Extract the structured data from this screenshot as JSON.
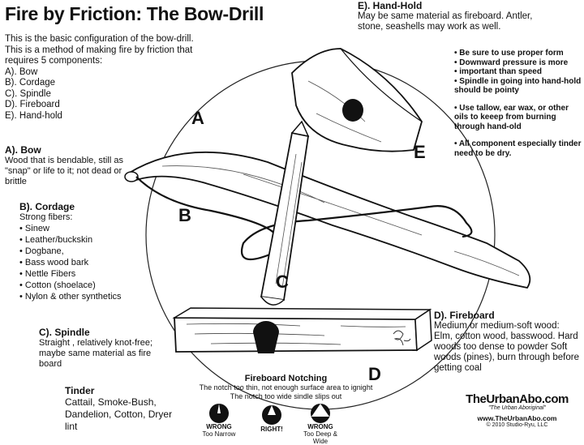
{
  "title": "Fire by Friction: The Bow-Drill",
  "intro": {
    "text": "This is the basic configuration of the bow-drill. This is a method of making fire by friction that requires 5 components:",
    "items": [
      "A). Bow",
      "B). Cordage",
      "C). Spindle",
      "D). Fireboard",
      "E). Hand-hold"
    ]
  },
  "bow": {
    "heading": "A). Bow",
    "body": "Wood that is bendable, still as \"snap\" or life to it; not dead or brittle"
  },
  "cordage": {
    "heading": "B). Cordage",
    "subheading": "Strong fibers:",
    "items": [
      "Sinew",
      "Leather/buckskin",
      "Dogbane,",
      "Bass wood bark",
      "Nettle Fibers",
      "Cotton (shoelace)",
      "Nylon  & other synthetics"
    ]
  },
  "spindle": {
    "heading": "C). Spindle",
    "body": "Straight , relatively knot-free; maybe same material as fire board"
  },
  "tinder": {
    "heading": "Tinder",
    "body": "Cattail, Smoke-Bush, Dandelion, Cotton, Dryer lint"
  },
  "handhold": {
    "heading": "E).  Hand-Hold",
    "body": "May be same material as fireboard. Antler, stone, seashells may work as well."
  },
  "tips": [
    [
      "Be sure to use proper form",
      "Downward pressure is more",
      "important than speed",
      "Spindle in going into hand-hold should be pointy"
    ],
    [
      "Use tallow, ear wax, or other oils to keeep from burning through hand-old"
    ],
    [
      "All component especially tinder need to be dry."
    ]
  ],
  "fireboard": {
    "heading": "D). Fireboard",
    "body": "Medium or medium-soft wood: Elm, cotton wood, basswood. Hard woods too dense to powder Soft woods (pines), burn through before getting coal"
  },
  "notching": {
    "title": "Fireboard Notching",
    "desc1": "The notch too thin, not enough surface area to ignight",
    "desc2": "The notch too wide sindle slips out",
    "examples": [
      {
        "label": "WRONG",
        "sub": "Too Narrow"
      },
      {
        "label": "RIGHT!",
        "sub": ""
      },
      {
        "label": "WRONG",
        "sub": "Too Deep & Wide"
      }
    ]
  },
  "diagram_letters": [
    "A",
    "B",
    "C",
    "D",
    "E"
  ],
  "brand": {
    "name": "TheUrbanAbo.com",
    "tagline": "\"The Urban Aboriginal\"",
    "url": "www.TheUrbanAbo.com",
    "copyright": "© 2010 Studio-Ryu, LLC"
  }
}
